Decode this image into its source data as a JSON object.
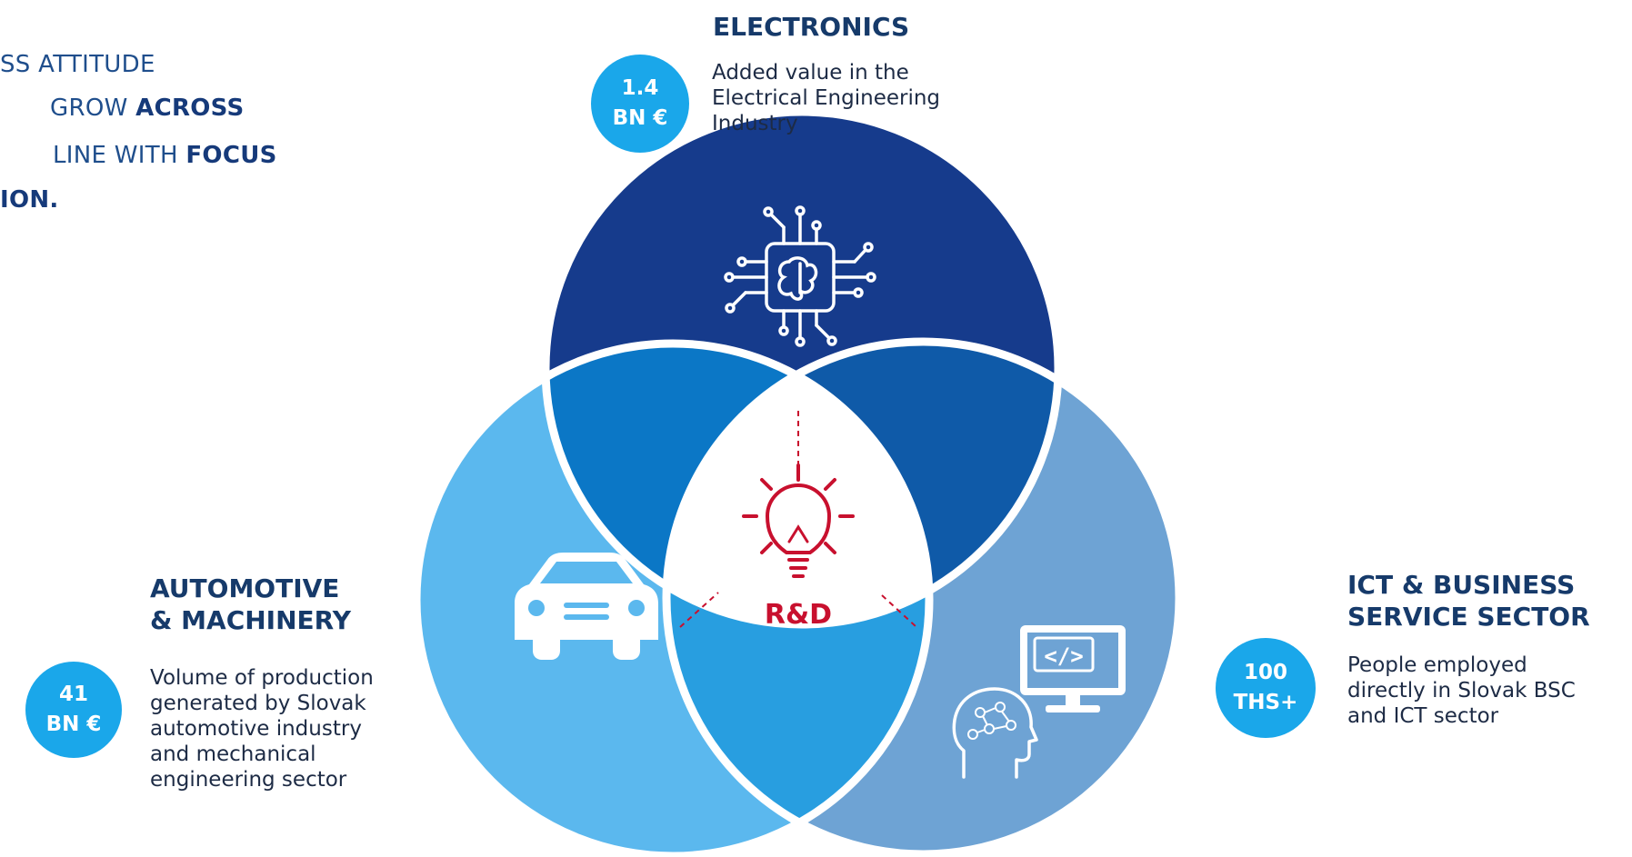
{
  "intro": {
    "lines": [
      {
        "prefix": "SS ATTITUDE",
        "strong": ""
      },
      {
        "prefix": "GROW ",
        "strong": "ACROSS"
      },
      {
        "prefix": "LINE WITH ",
        "strong": "FOCUS"
      },
      {
        "prefix": "",
        "strong": "ION."
      }
    ]
  },
  "electronics": {
    "title": "ELECTRONICS",
    "badge_line1": "1.4",
    "badge_line2": "BN €",
    "desc_lines": [
      "Added value in the",
      "Electrical Engineering",
      "Industry"
    ]
  },
  "automotive": {
    "title_line1": "AUTOMOTIVE",
    "title_line2": "& MACHINERY",
    "badge_line1": "41",
    "badge_line2": "BN €",
    "desc_lines": [
      "Volume of production",
      "generated by Slovak",
      "automotive industry",
      "and mechanical",
      "engineering sector"
    ]
  },
  "ict": {
    "title_line1": "ICT & BUSINESS",
    "title_line2": "SERVICE SECTOR",
    "badge_line1": "100",
    "badge_line2": "THS+",
    "desc_lines": [
      "People employed",
      "directly in Slovak BSC",
      "and ICT sector"
    ]
  },
  "center": {
    "label": "R&D",
    "icon": "lightbulb-icon"
  },
  "icons": {
    "electronics": "ai-chip-icon",
    "automotive": "car-icon",
    "ict": "code-monitor-brain-icon"
  },
  "colors": {
    "electronics_circle": "#163b8c",
    "automotive_circle": "#5bb8ee",
    "ict_circle": "#6ea3d4",
    "overlap_elec_auto": "#0b77c6",
    "overlap_elec_ict": "#0f5aa8",
    "overlap_auto_ict": "#289ee0",
    "center": "#ffffff",
    "accent_red": "#c8102e",
    "badge": "#1aa7ea",
    "title": "#163a6a"
  }
}
